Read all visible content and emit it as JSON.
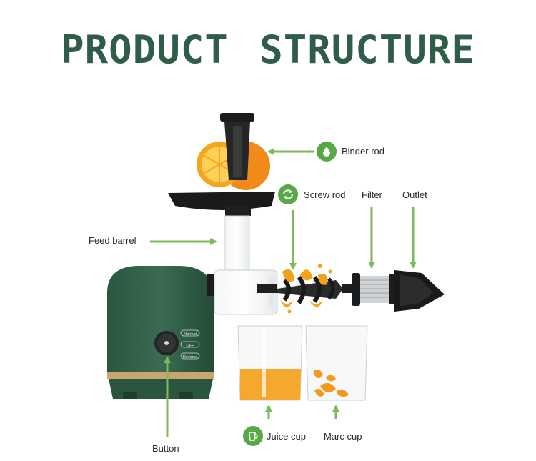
{
  "title": "PRODUCT STRUCTURE",
  "labels": {
    "binder_rod": "Binder rod",
    "screw_rod": "Screw rod",
    "filter": "Filter",
    "outlet": "Outlet",
    "feed_barrel": "Feed barrel",
    "juice_cup": "Juice cup",
    "marc_cup": "Marc cup",
    "button": "Button"
  },
  "panel_labels": [
    "Normal",
    "OFF",
    "Reverse"
  ],
  "colors": {
    "title": "#2f5d4a",
    "arrow": "#7dbb5a",
    "badge": "#58a845",
    "body": "#2f5d44",
    "juice": "#f3a21b"
  },
  "icons": {
    "binder_rod": "droplet-icon",
    "screw_rod": "rotate-icon",
    "juice_cup": "cup-icon"
  }
}
